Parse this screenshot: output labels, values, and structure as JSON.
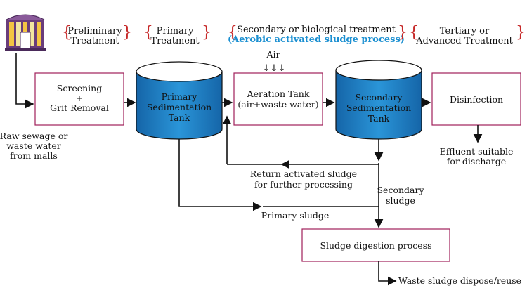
{
  "colors": {
    "brace": "#c62828",
    "tank_fill": "#1a7fc3",
    "tank_top": "#ffffff",
    "box_border": "#a0205a",
    "arrow": "#111111",
    "highlight_text": "#1a8fd1"
  },
  "stages": {
    "preliminary": [
      "Preliminary",
      "Treatment"
    ],
    "primary": [
      "Primary",
      "Treatment"
    ],
    "secondary": [
      "Secondary or biological treatment",
      "(Aerobic activated sludge process)"
    ],
    "tertiary": [
      "Tertiary or",
      "Advanced Treatment"
    ]
  },
  "icons": {
    "source_building": "building-icon"
  },
  "source_label": [
    "Raw sewage or",
    "waste water",
    "from malls"
  ],
  "boxes": {
    "screening": [
      "Screening",
      "+",
      "Grit Removal"
    ],
    "aeration": [
      "Aeration Tank",
      "(air+waste water)"
    ],
    "disinfection": "Disinfection",
    "digestion": "Sludge digestion process"
  },
  "tanks": {
    "primary": [
      "Primary",
      "Sedimentation",
      "Tank"
    ],
    "secondary": [
      "Secondary",
      "Sedimentation",
      "Tank"
    ]
  },
  "air_label": "Air",
  "labels": {
    "effluent": [
      "Effluent suitable",
      "for discharge"
    ],
    "return_sludge": [
      "Return activated sludge",
      "for further processing"
    ],
    "secondary_sludge": [
      "Secondary",
      "sludge"
    ],
    "primary_sludge": "Primary sludge",
    "waste_sludge": "Waste sludge dispose/reuse"
  }
}
